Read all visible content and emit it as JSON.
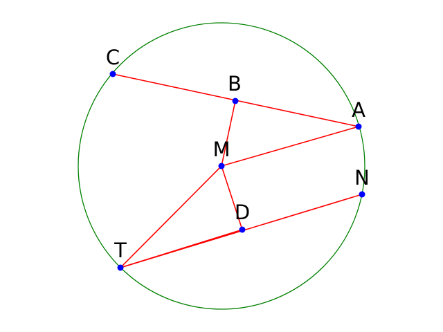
{
  "diagram": {
    "colors": {
      "circle": "#008000",
      "segment": "#ff0000",
      "point": "#0000ff",
      "label": "#000000"
    },
    "points": [
      {
        "id": "C",
        "label": "C"
      },
      {
        "id": "B",
        "label": "B"
      },
      {
        "id": "A",
        "label": "A"
      },
      {
        "id": "M",
        "label": "M"
      },
      {
        "id": "N",
        "label": "N"
      },
      {
        "id": "D",
        "label": "D"
      },
      {
        "id": "T",
        "label": "T"
      }
    ],
    "segments": [
      {
        "from": "C",
        "to": "A"
      },
      {
        "from": "B",
        "to": "M"
      },
      {
        "from": "M",
        "to": "A"
      },
      {
        "from": "M",
        "to": "T"
      },
      {
        "from": "M",
        "to": "D"
      },
      {
        "from": "T",
        "to": "N"
      },
      {
        "from": "T",
        "to": "D"
      }
    ]
  }
}
